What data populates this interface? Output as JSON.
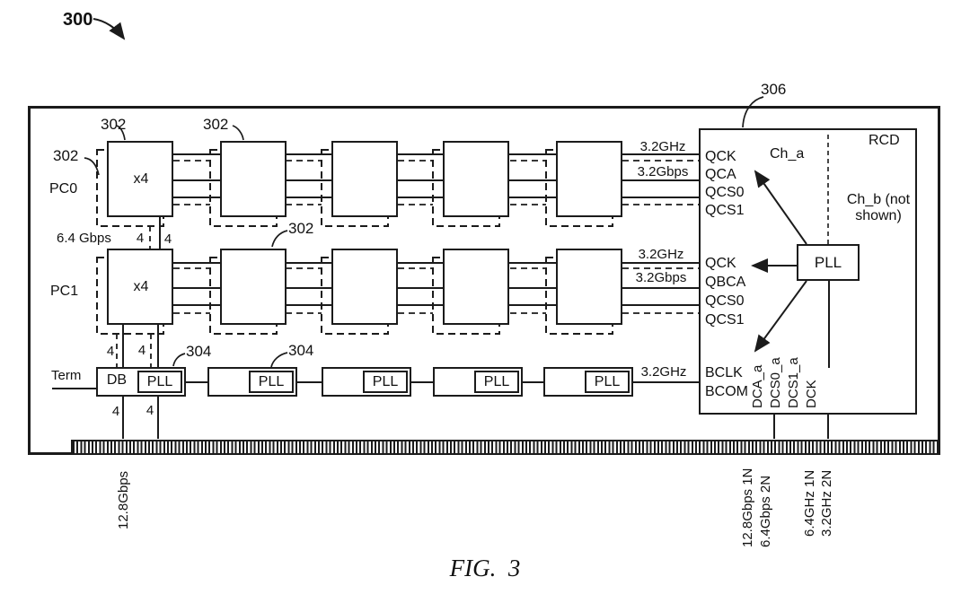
{
  "figure": {
    "number": "300",
    "caption": "FIG.  3"
  },
  "callouts": {
    "chip": "302",
    "pll_unit": "304",
    "rcd": "306"
  },
  "left_labels": {
    "pc0": "PC0",
    "pc1": "PC1",
    "rate": "6.4 Gbps",
    "term": "Term",
    "lane_width": "4"
  },
  "chip": {
    "x4": "x4"
  },
  "pll_row": {
    "db": "DB",
    "pll": "PLL",
    "clock": "3.2GHz"
  },
  "bus": {
    "clock": "3.2GHz",
    "rate": "3.2Gbps"
  },
  "rcd": {
    "title": "RCD",
    "ch_a": "Ch_a",
    "ch_b": [
      "Ch_b (not",
      "shown)"
    ],
    "pll": "PLL",
    "pc0_signals": [
      "QCK",
      "QCA",
      "QCS0",
      "QCS1"
    ],
    "pc1_signals": [
      "QCK",
      "QBCA",
      "QCS0",
      "QCS1"
    ],
    "buffer_signals": [
      "BCLK",
      "BCOM"
    ],
    "input_pins": [
      "DCA_a",
      "DCS0_a",
      "DCS1_a",
      "DCK"
    ]
  },
  "connector": {
    "left_rate": "12.8Gbps",
    "data_rates": [
      "12.8Gbps 1N",
      "6.4Gbps 2N"
    ],
    "clock_rates": [
      "6.4GHz 1N",
      "3.2GHz 2N"
    ]
  },
  "colors": {
    "ink": "#1b1b1b",
    "background": "#ffffff"
  }
}
